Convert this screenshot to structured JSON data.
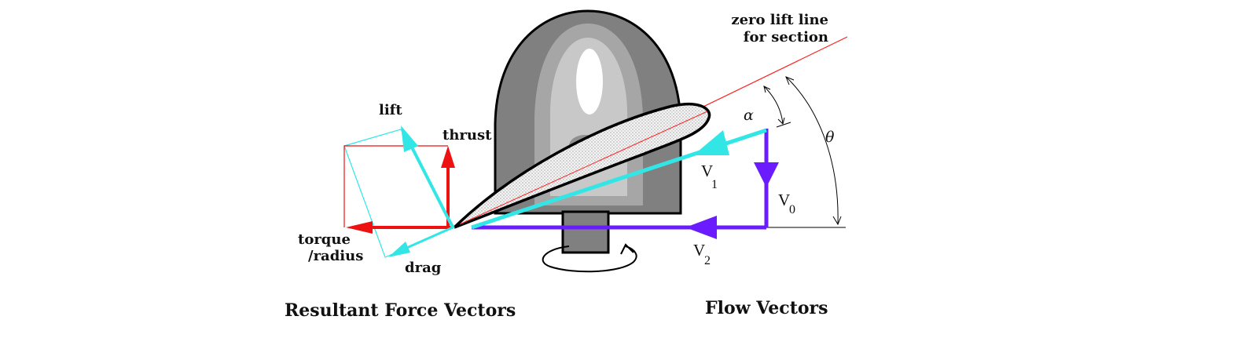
{
  "labels": {
    "zero_lift_line_1": "zero lift line",
    "zero_lift_line_2": "for section",
    "lift": "lift",
    "thrust": "thrust",
    "torque_1": "torque",
    "torque_2": "/radius",
    "drag": "drag",
    "alpha": "α",
    "theta": "θ",
    "v1_main": "V",
    "v1_sub": "1",
    "v0_main": "V",
    "v0_sub": "0",
    "v2_main": "V",
    "v2_sub": "2"
  },
  "captions": {
    "left": "Resultant Force Vectors",
    "right": "Flow Vectors"
  },
  "colors": {
    "lift_drag": "#33e6e6",
    "thrust_torque": "#ee1111",
    "flow": "#6a1bff",
    "velocity_resultant": "#33e6e6",
    "zero_lift_line": "#ff2020",
    "hub_dark": "#808080",
    "hub_mid": "#a6a6a6",
    "hub_light": "#c8c8c8"
  }
}
